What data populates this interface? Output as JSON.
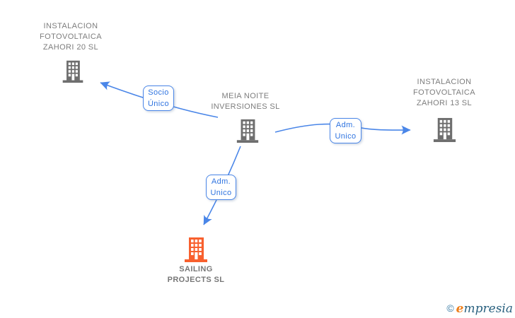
{
  "diagram_type": "corporate-structure-graph",
  "colors": {
    "edge_blue": "#4a86e8",
    "building_gray": "#6e6e6e",
    "building_highlight_orange": "#f8602e",
    "node_label_gray": "#7d7d7d",
    "edge_label_blue": "#2f74e0",
    "brand_orange": "#ef7f1a",
    "brand_teal": "#2a617f"
  },
  "nodes": {
    "zahori20": {
      "line1": "INSTALACION",
      "line2": "FOTOVOLTAICA",
      "line3": "ZAHORI 20 SL",
      "icon": "building-icon",
      "highlighted": false
    },
    "meia_noite": {
      "line1": "MEIA NOITE",
      "line2": "INVERSIONES SL",
      "icon": "building-icon",
      "highlighted": false
    },
    "zahori13": {
      "line1": "INSTALACION",
      "line2": "FOTOVOLTAICA",
      "line3": "ZAHORI 13 SL",
      "icon": "building-icon",
      "highlighted": false
    },
    "sailing": {
      "line1": "SAILING",
      "line2": "PROJECTS SL",
      "icon": "building-icon",
      "highlighted": true
    }
  },
  "edges": {
    "socio_unico": {
      "line1": "Socio",
      "line2": "Único",
      "from": "meia_noite",
      "to": "zahori20"
    },
    "adm_unico_right": {
      "line1": "Adm.",
      "line2": "Unico",
      "from": "meia_noite",
      "to": "zahori13"
    },
    "adm_unico_down": {
      "line1": "Adm.",
      "line2": "Unico",
      "from": "meia_noite",
      "to": "sailing"
    }
  },
  "footer": {
    "copyright": "©",
    "brand_initial": "e",
    "brand_rest": "mpresia"
  }
}
